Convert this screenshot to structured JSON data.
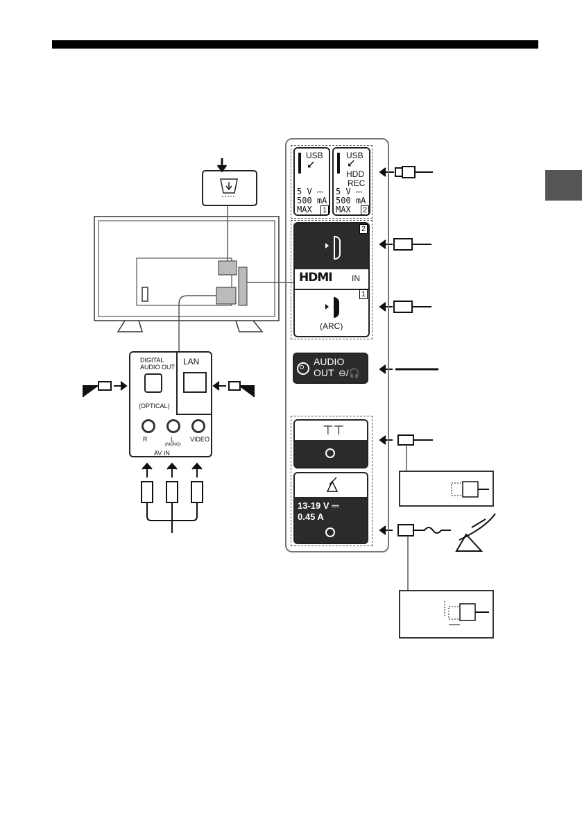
{
  "usb1": {
    "label": "USB",
    "symbol": "⭩",
    "spec_v": "5 V ⎓",
    "spec_ma": "500 mA",
    "spec_max": "MAX",
    "num": "1"
  },
  "usb2": {
    "label": "USB",
    "symbol": "⭩",
    "hdd": "HDD",
    "rec": "REC",
    "spec_v": "5 V ⎓",
    "spec_ma": "500 mA",
    "spec_max": "MAX",
    "num": "2"
  },
  "hdmi": {
    "logo": "HDMI",
    "in": "IN",
    "num_top": "2",
    "num_bottom": "1",
    "arc": "(ARC)"
  },
  "audio": {
    "line1": "AUDIO",
    "line2": "OUT",
    "symbol": "⊖/🎧"
  },
  "antenna": {
    "symbol": "⊤⊤"
  },
  "satellite": {
    "volt": "13-19 V ⎓",
    "amp": "0.45 A"
  },
  "av_panel": {
    "digital": "DIGITAL",
    "audio_out": "AUDIO OUT",
    "optical": "(OPTICAL)",
    "lan": "LAN",
    "r": "R",
    "l": "L",
    "mono": "(MONO)",
    "video": "VIDEO",
    "av_in": "AV IN"
  },
  "colors": {
    "dark_panel": "#2b2b2b",
    "tab": "#555555"
  }
}
